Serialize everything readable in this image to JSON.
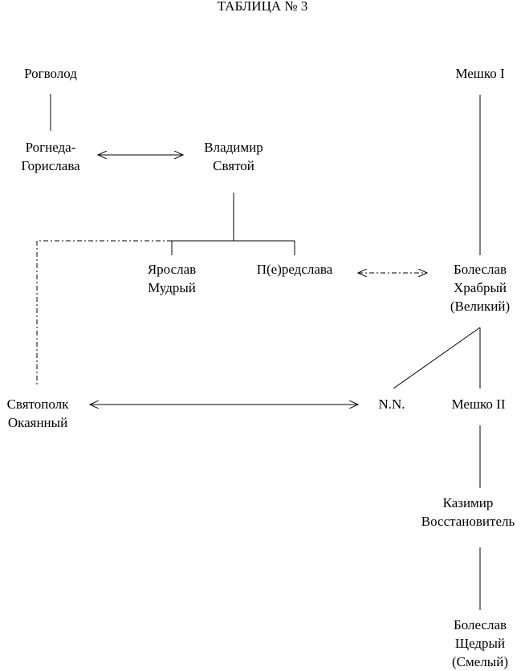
{
  "title": "ТАБЛИЦА № 3",
  "nodes": {
    "rogvolod": [
      "Рогволод"
    ],
    "rogneda": [
      "Рогнеда-",
      "Горислава"
    ],
    "vladimir": [
      "Владимир",
      "Святой"
    ],
    "yaroslav": [
      "Ярослав",
      "Мудрый"
    ],
    "peredslava": [
      "П(е)редслава"
    ],
    "mieszko1": [
      "Мешко I"
    ],
    "boleslav_brave": [
      "Болеслав",
      "Храбрый",
      "(Великий)"
    ],
    "svyatopolk": [
      "Святополк",
      "Окаянный"
    ],
    "nn": [
      "N.N."
    ],
    "mieszko2": [
      "Мешко II"
    ],
    "kazimir": [
      "Казимир",
      "Восстановитель"
    ],
    "boleslav_bold": [
      "Болеслав",
      "Щедрый",
      "(Смелый)"
    ]
  }
}
